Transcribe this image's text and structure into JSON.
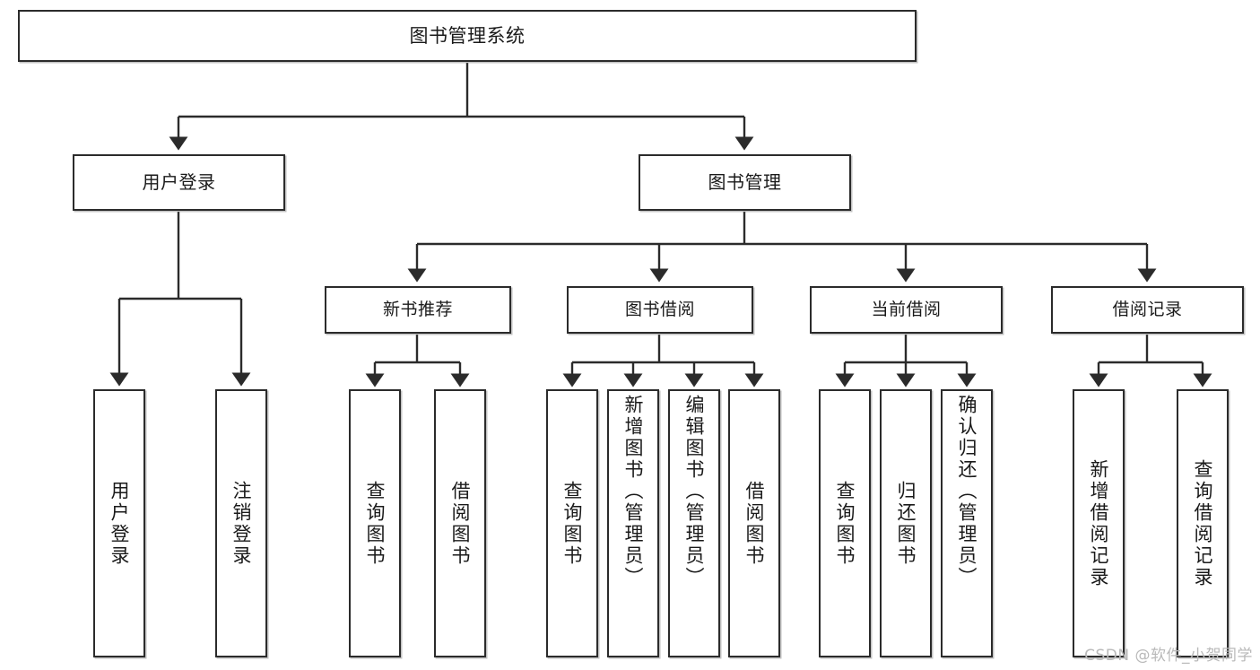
{
  "diagram": {
    "type": "tree",
    "title": "图书管理系统",
    "watermark": "CSDN @软件_小贺同学",
    "colors": {
      "stroke": "#2b2b2b",
      "fill": "#ffffff",
      "text": "#1a1a1a",
      "watermark": "#b9b9b9"
    },
    "root": {
      "label": "图书管理系统"
    },
    "level1": [
      {
        "id": "user-login",
        "label": "用户登录"
      },
      {
        "id": "book-manage",
        "label": "图书管理"
      }
    ],
    "level2": [
      {
        "id": "new-book-rec",
        "label": "新书推荐"
      },
      {
        "id": "book-borrow",
        "label": "图书借阅"
      },
      {
        "id": "current-borrow",
        "label": "当前借阅"
      },
      {
        "id": "borrow-record",
        "label": "借阅记录"
      }
    ],
    "leaves": {
      "user_login": [
        {
          "id": "leaf-user-login",
          "label": "用户登录"
        },
        {
          "id": "leaf-user-logout",
          "label": "注销登录"
        }
      ],
      "new_book_rec": [
        {
          "id": "leaf-query-book-1",
          "label": "查询图书"
        },
        {
          "id": "leaf-borrow-book-1",
          "label": "借阅图书"
        }
      ],
      "book_borrow": [
        {
          "id": "leaf-query-book-2",
          "label": "查询图书"
        },
        {
          "id": "leaf-add-book",
          "label": "新增图书（管理员）"
        },
        {
          "id": "leaf-edit-book",
          "label": "编辑图书（管理员）"
        },
        {
          "id": "leaf-borrow-book-2",
          "label": "借阅图书"
        }
      ],
      "current_borrow": [
        {
          "id": "leaf-query-book-3",
          "label": "查询图书"
        },
        {
          "id": "leaf-return-book",
          "label": "归还图书"
        },
        {
          "id": "leaf-confirm-return",
          "label": "确认归还（管理员）"
        }
      ],
      "borrow_record": [
        {
          "id": "leaf-add-record",
          "label": "新增借阅记录"
        },
        {
          "id": "leaf-query-record",
          "label": "查询借阅记录"
        }
      ]
    }
  }
}
